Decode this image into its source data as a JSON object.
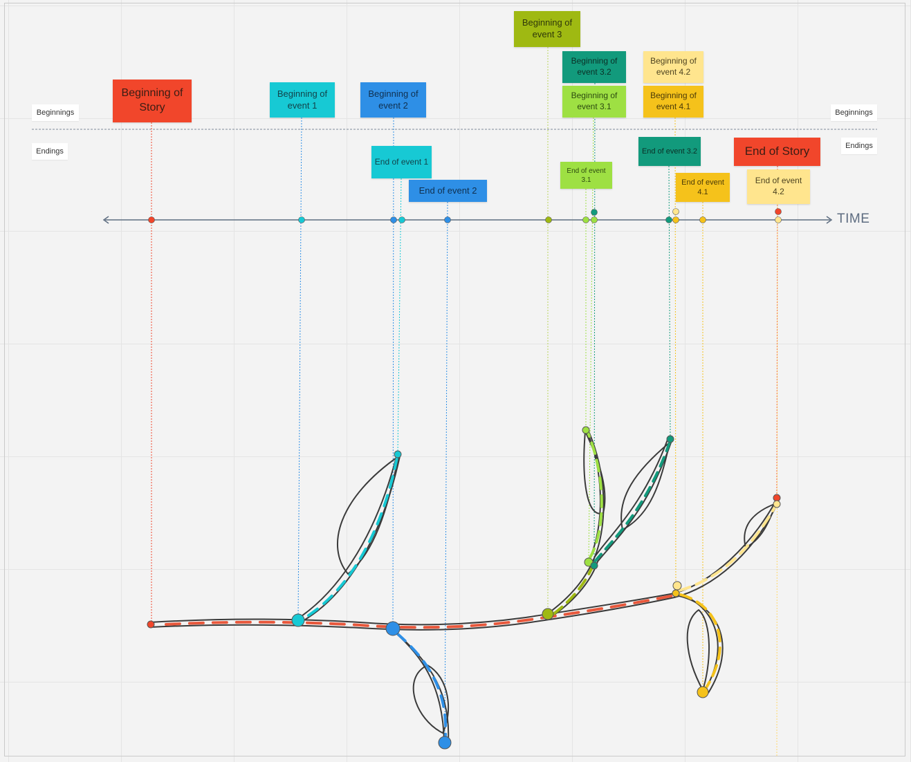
{
  "row_labels": {
    "beginnings_left": "Beginnings",
    "beginnings_right": "Beginnings",
    "endings_left": "Endings",
    "endings_right": "Endings"
  },
  "axis": {
    "label": "TIME"
  },
  "colors": {
    "story": "#f1462b",
    "event1": "#17c9d4",
    "event2": "#2e8fe6",
    "event3": "#9fb912",
    "event3_1": "#9ee043",
    "event3_2": "#129a7c",
    "event4_1": "#f5c21b",
    "event4_2": "#ffe58e",
    "axis": "#5d6c80"
  },
  "notes": {
    "beginning_story": "Beginning of Story",
    "beginning_event1": "Beginning of event 1",
    "beginning_event2": "Beginning of event 2",
    "beginning_event3": "Beginning of event 3",
    "beginning_event3_2": "Beginning of event 3.2",
    "beginning_event3_1": "Beginning of event 3.1",
    "beginning_event4_2": "Beginning of event 4.2",
    "beginning_event4_1": "Beginning of event 4.1",
    "end_event1": "End of event 1",
    "end_event2": "End of event 2",
    "end_event3_1": "End of event 3.1",
    "end_event3_2": "End of event 3.2",
    "end_event4_1": "End of event 4.1",
    "end_story": "End of Story",
    "end_event4_2": "End of event 4.2"
  }
}
